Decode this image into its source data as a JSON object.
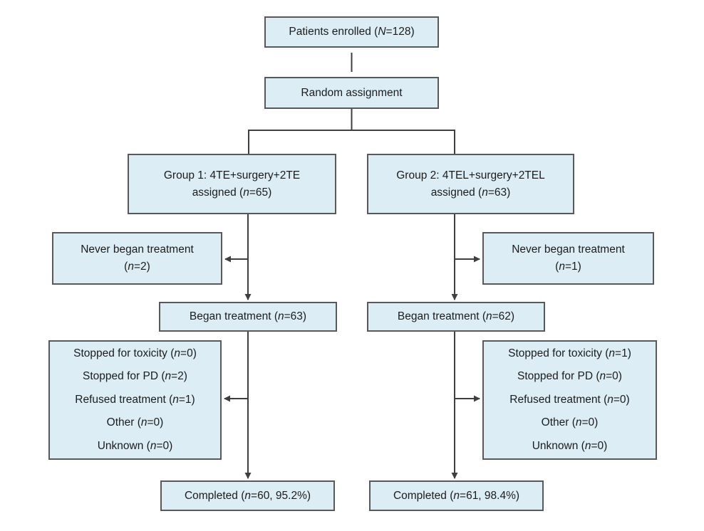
{
  "colors": {
    "box_fill": "#dcedf5",
    "box_border": "#58595b",
    "line": "#3f3f3f",
    "text": "#1c1c1c",
    "background": "#ffffff"
  },
  "boxes": {
    "patients_enrolled": {
      "pre": "Patients enrolled (",
      "var": "N",
      "post": "=128)"
    },
    "random_assignment": {
      "label": "Random assignment"
    },
    "group1": {
      "line1": "Group 1: 4TE+surgery+2TE",
      "pre": "assigned (",
      "var": "n",
      "post": "=65)"
    },
    "group2": {
      "line1": "Group 2: 4TEL+surgery+2TEL",
      "pre": "assigned (",
      "var": "n",
      "post": "=63)"
    },
    "never_began_1": {
      "line1": "Never began treatment",
      "pre": "(",
      "var": "n",
      "post": "=2)"
    },
    "never_began_2": {
      "line1": "Never began treatment",
      "pre": "(",
      "var": "n",
      "post": "=1)"
    },
    "began_1": {
      "pre": "Began treatment (",
      "var": "n",
      "post": "=63)"
    },
    "began_2": {
      "pre": "Began treatment (",
      "var": "n",
      "post": "=62)"
    },
    "reasons_1": {
      "items": [
        {
          "pre": "Stopped for toxicity (",
          "var": "n",
          "post": "=0)"
        },
        {
          "pre": "Stopped for PD (",
          "var": "n",
          "post": "=2)"
        },
        {
          "pre": "Refused treatment (",
          "var": "n",
          "post": "=1)"
        },
        {
          "pre": "Other (",
          "var": "n",
          "post": "=0)"
        },
        {
          "pre": "Unknown (",
          "var": "n",
          "post": "=0)"
        }
      ]
    },
    "reasons_2": {
      "items": [
        {
          "pre": "Stopped for toxicity (",
          "var": "n",
          "post": "=1)"
        },
        {
          "pre": "Stopped for PD (",
          "var": "n",
          "post": "=0)"
        },
        {
          "pre": "Refused treatment (",
          "var": "n",
          "post": "=0)"
        },
        {
          "pre": "Other (",
          "var": "n",
          "post": "=0)"
        },
        {
          "pre": "Unknown (",
          "var": "n",
          "post": "=0)"
        }
      ]
    },
    "completed_1": {
      "pre": "Completed (",
      "var": "n",
      "post": "=60, 95.2%)"
    },
    "completed_2": {
      "pre": "Completed (",
      "var": "n",
      "post": "=61, 98.4%)"
    }
  }
}
